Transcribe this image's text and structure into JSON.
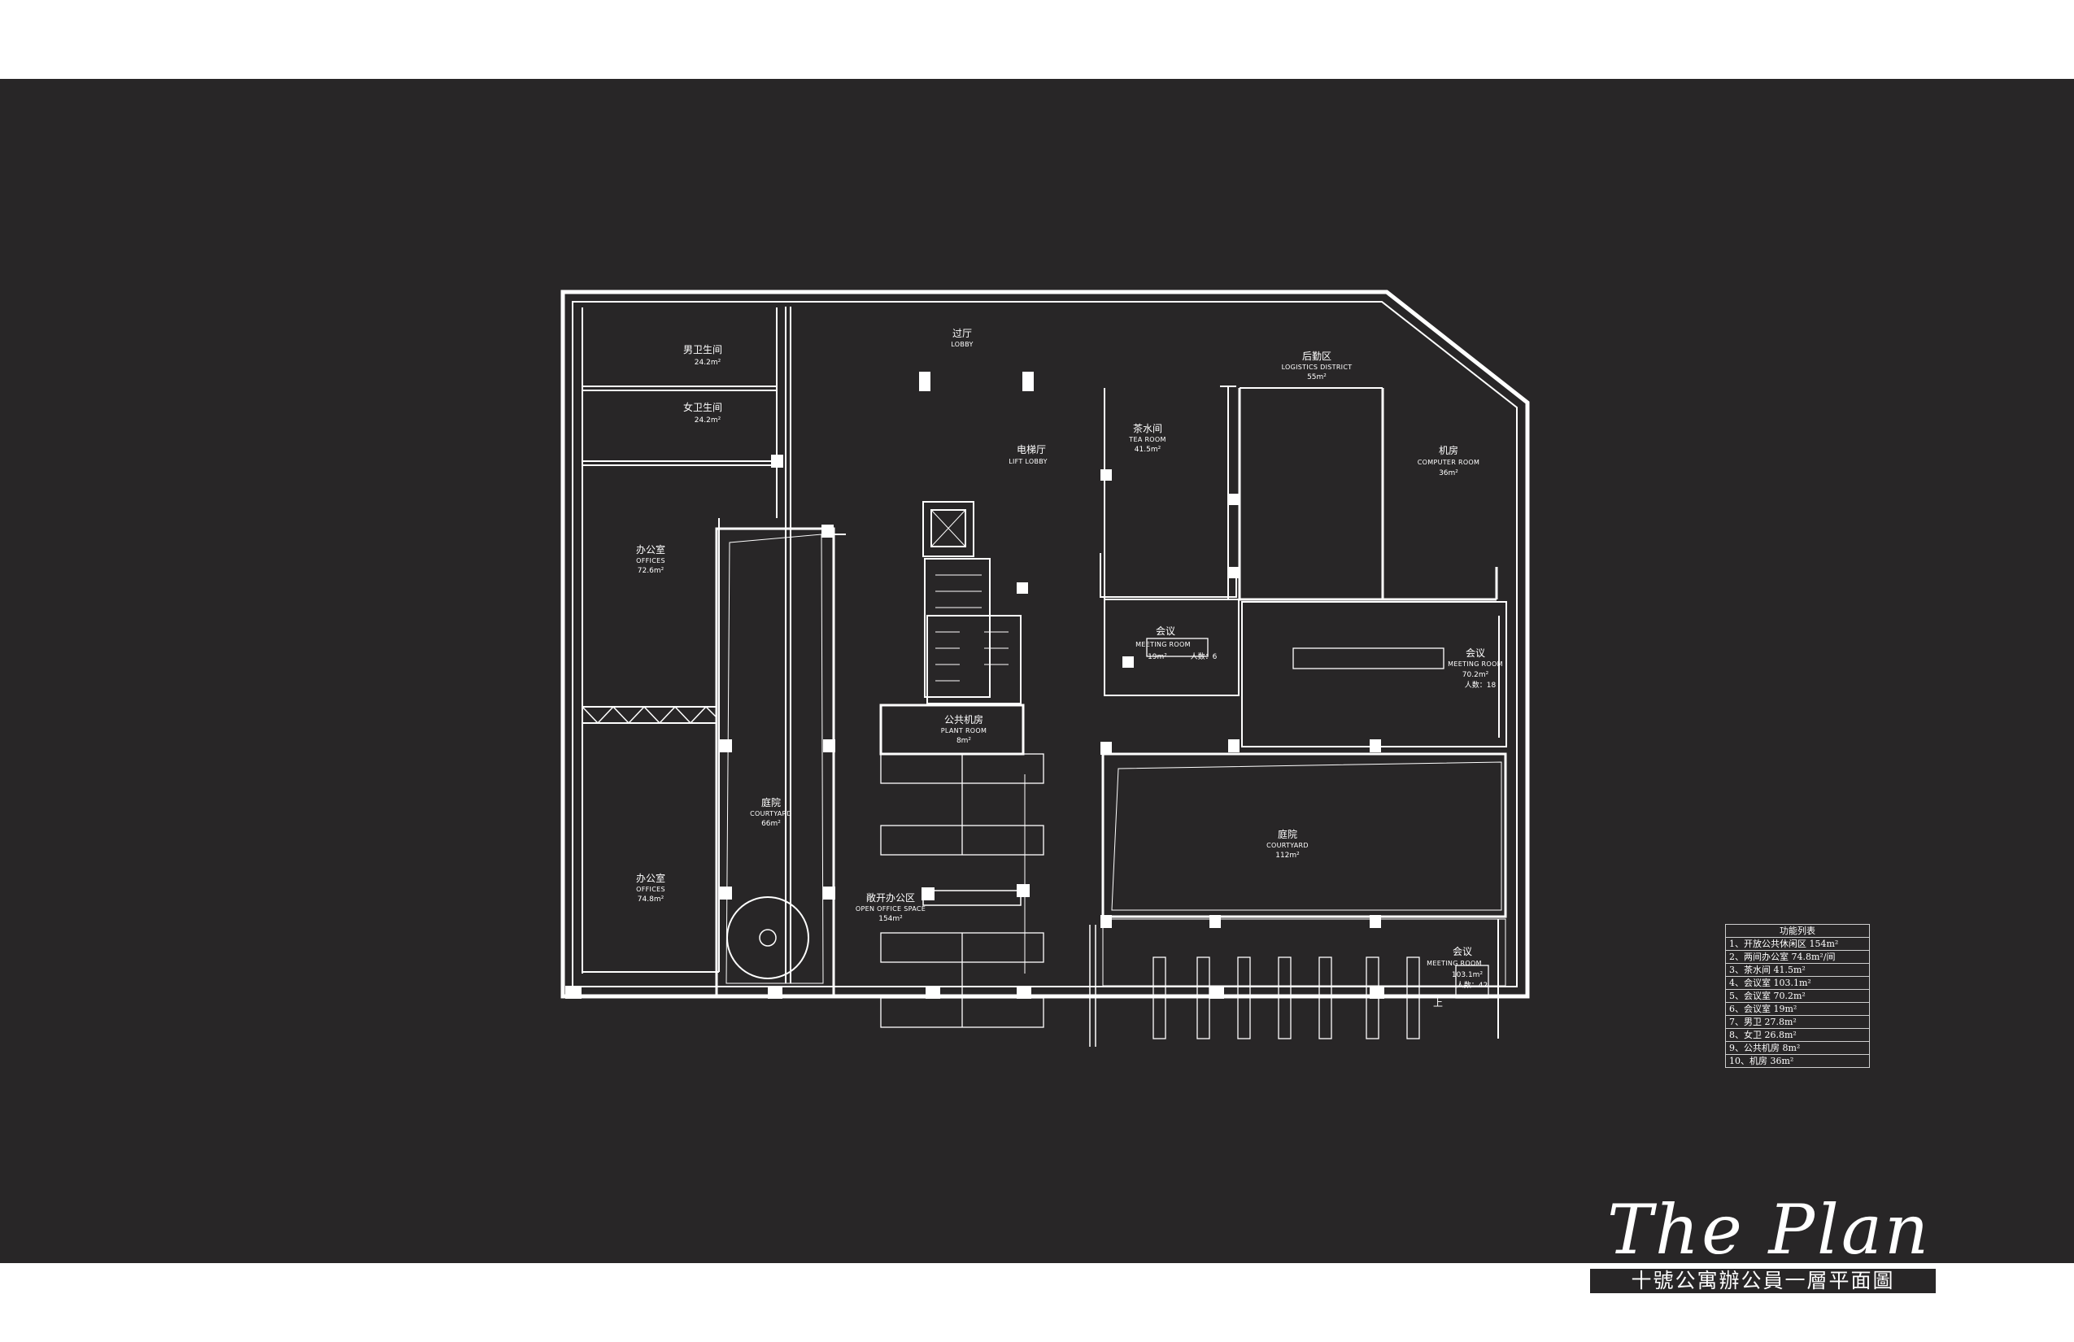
{
  "colors": {
    "page": "#ffffff",
    "board": "#282627",
    "lines": "#ffffff"
  },
  "rooms": [
    {
      "id": "male-wc",
      "name_cn": "男卫生间",
      "area": "24.2m²"
    },
    {
      "id": "female-wc",
      "name_cn": "女卫生间",
      "area": "24.2m²"
    },
    {
      "id": "office-1",
      "name_cn": "办公室",
      "name_en": "OFFICES",
      "area": "72.6m²"
    },
    {
      "id": "office-2",
      "name_cn": "办公室",
      "name_en": "OFFICES",
      "area": "74.8m²"
    },
    {
      "id": "lobby",
      "name_cn": "过厅",
      "name_en": "LOBBY"
    },
    {
      "id": "lift-lobby",
      "name_cn": "电梯厅",
      "name_en": "LIFT LOBBY"
    },
    {
      "id": "tea-room",
      "name_cn": "茶水间",
      "name_en": "TEA ROOM",
      "area": "41.5m²"
    },
    {
      "id": "logistics",
      "name_cn": "后勤区",
      "name_en": "LOGISTICS DISTRICT",
      "area": "55m²"
    },
    {
      "id": "computer-room",
      "name_cn": "机房",
      "name_en": "COMPUTER ROOM",
      "area": "36m²"
    },
    {
      "id": "meeting-small",
      "name_cn": "会议",
      "name_en": "MEETING ROOM",
      "area": "19m²",
      "people": "人数：6"
    },
    {
      "id": "meeting-mid",
      "name_cn": "会议",
      "name_en": "MEETING ROOM",
      "area": "70.2m²",
      "people": "人数：18"
    },
    {
      "id": "plant-room",
      "name_cn": "公共机房",
      "name_en": "PLANT ROOM",
      "area": "8m²"
    },
    {
      "id": "courtyard-west",
      "name_cn": "庭院",
      "name_en": "COURTYARD",
      "area": "66m²"
    },
    {
      "id": "courtyard-east",
      "name_cn": "庭院",
      "name_en": "COURTYARD",
      "area": "112m²"
    },
    {
      "id": "open-office",
      "name_cn": "敞开办公区",
      "name_en": "OPEN OFFICE SPACE",
      "area": "154m²"
    },
    {
      "id": "meeting-large",
      "name_cn": "会议",
      "name_en": "MEETING ROOM",
      "area": "103.1m²",
      "people": "人数：42"
    }
  ],
  "stair_mark": "上",
  "legend": {
    "title": "功能列表",
    "items": [
      "1、开放公共休闲区 154m²",
      "2、两间办公室  74.8m²/间",
      "3、茶水间 41.5m²",
      "4、会议室 103.1m²",
      "5、会议室 70.2m²",
      "6、会议室 19m²",
      "7、男卫  27.8m²",
      "8、女卫  26.8m²",
      "9、公共机房 8m²",
      "10、机房 36m²"
    ]
  },
  "branding": {
    "title": "The Plan",
    "subtitle": "十號公寓辦公員一層平面圖"
  }
}
